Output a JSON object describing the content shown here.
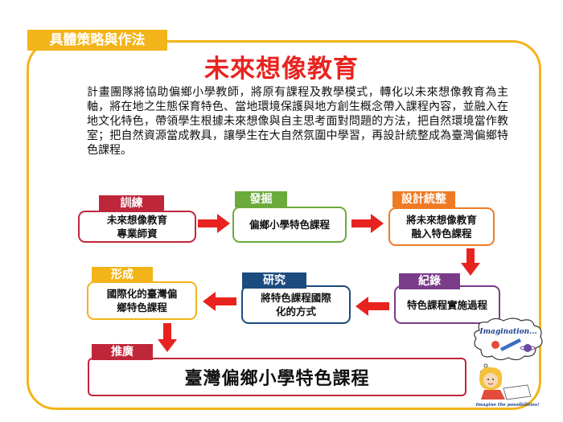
{
  "section_tab": "具體策略與作法",
  "title": "未來想像教育",
  "intro": "計畫團隊將協助偏鄉小學教師，將原有課程及教學模式，轉化以未來想像教育為主軸，將在地之生態保育特色、當地環境保護與地方創生概念帶入課程內容，並融入在地文化特色，帶領學生根據未來想像與自主思考面對問題的方法，把自然環境當作教室；把自然資源當成教具，讓學生在大自然氛圍中學習，再設計統整成為臺灣偏鄉特色課程。",
  "steps": [
    {
      "label": "訓練",
      "text_lines": [
        "未來想像教育",
        "專業師資"
      ],
      "color": "#c0263a"
    },
    {
      "label": "發掘",
      "text_lines": [
        "偏鄉小學特色課程"
      ],
      "color": "#6aab3c"
    },
    {
      "label": "設計統整",
      "text_lines": [
        "將未來想像教育",
        "融入特色課程"
      ],
      "color": "#ef7a23"
    },
    {
      "label": "紀錄",
      "text_lines": [
        "特色課程實施過程"
      ],
      "color": "#7a3c88"
    },
    {
      "label": "研究",
      "text_lines": [
        "將特色課程國際",
        "化的方式"
      ],
      "color": "#1c4b80"
    },
    {
      "label": "形成",
      "text_lines": [
        "國際化的臺灣偏",
        "鄉特色課程"
      ],
      "color": "#f2b418"
    }
  ],
  "outcome": {
    "label": "推廣",
    "text": "臺灣偏鄉小學特色課程"
  },
  "illustration": {
    "heading": "Imagination...",
    "caption": "Imagine the possibilities!"
  },
  "colors": {
    "frame": "#f2b418",
    "title": "#e8231f",
    "arrow": "#e8231f"
  }
}
